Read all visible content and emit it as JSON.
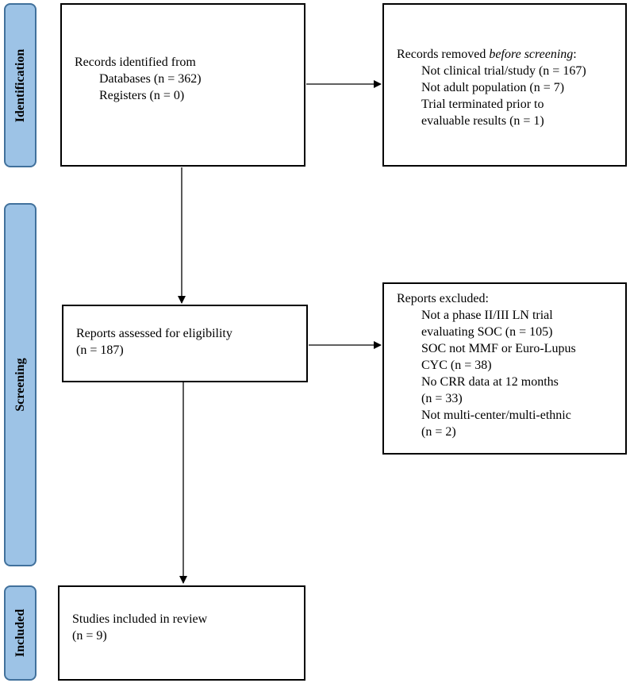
{
  "phases": {
    "identification": "Identification",
    "screening": "Screening",
    "included": "Included"
  },
  "records_identified": {
    "title": "Records identified from",
    "databases": "Databases (n = 362)",
    "registers": "Registers (n = 0)"
  },
  "records_removed": {
    "title_prefix": "Records removed ",
    "title_emph": "before screening",
    "title_suffix": ":",
    "items": [
      "Not clinical trial/study (n = 167)",
      "Not adult population (n = 7)",
      "Trial terminated prior to",
      "evaluable results (n = 1)"
    ]
  },
  "reports_assessed": {
    "title": "Reports assessed for eligibility",
    "count": "(n = 187)"
  },
  "reports_excluded": {
    "title": "Reports excluded:",
    "items": [
      "Not a phase II/III LN trial",
      "evaluating SOC (n = 105)",
      "SOC not MMF or Euro-Lupus",
      "CYC (n = 38)",
      "No CRR data at 12 months",
      "(n = 33)",
      "Not multi-center/multi-ethnic",
      "(n = 2)"
    ]
  },
  "studies_included": {
    "title": "Studies included in review",
    "count": "(n = 9)"
  }
}
